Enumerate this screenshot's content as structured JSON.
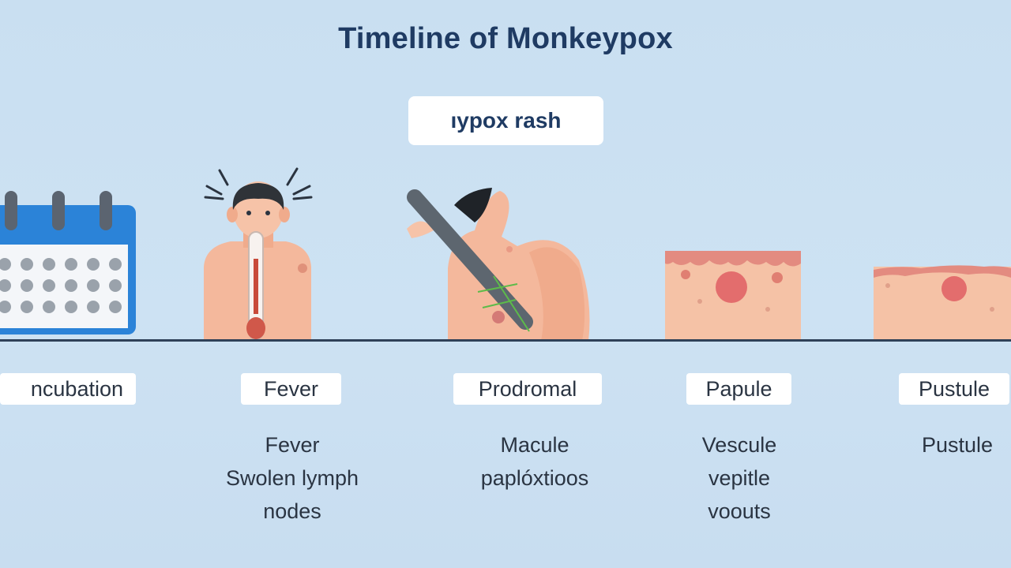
{
  "title": "Timeline of Monkeypox",
  "subtitle": "ıypox rash",
  "stages": [
    {
      "label": "ncubation",
      "icon": "calendar-icon",
      "desc": []
    },
    {
      "label": "Fever",
      "icon": "thermometer-person-icon",
      "desc": [
        "Fever",
        "Swolen lymph",
        "nodes"
      ]
    },
    {
      "label": "Prodromal",
      "icon": "swab-body-icon",
      "desc": [
        "Macule",
        "paplóxtioos"
      ]
    },
    {
      "label": "Papule",
      "icon": "skin-papule-icon",
      "desc": [
        "Vescule",
        "vepitle",
        "voouts"
      ]
    },
    {
      "label": "Pustule",
      "icon": "skin-pustule-icon",
      "desc": [
        "Pustule"
      ]
    }
  ],
  "colors": {
    "background": "#cde2f3",
    "title": "#1f3b63",
    "axis": "#2f4158",
    "skin": "#f4b89c",
    "calendar": "#2b83d8"
  }
}
